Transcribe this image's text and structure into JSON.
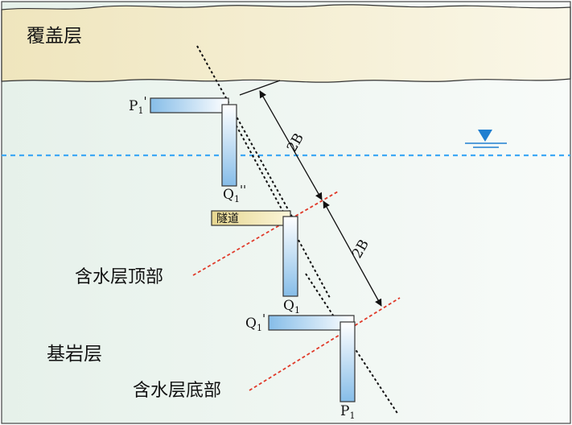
{
  "labels": {
    "overburden": "覆盖层",
    "bedrock": "基岩层",
    "tunnel": "隧道",
    "aquifer_top": "含水层顶部",
    "aquifer_bottom": "含水层底部",
    "dim_upper": "2B",
    "dim_lower": "2B"
  },
  "points": {
    "p1_prime": {
      "base": "P",
      "sub": "1",
      "mark": "'"
    },
    "q1_double": {
      "base": "Q",
      "sub": "1",
      "mark": "''"
    },
    "q1": {
      "base": "Q",
      "sub": "1",
      "mark": ""
    },
    "q1_prime": {
      "base": "Q",
      "sub": "1",
      "mark": "'"
    },
    "p1": {
      "base": "P",
      "sub": "1",
      "mark": ""
    }
  },
  "colors": {
    "overburden_fill": "#f2ebc6",
    "rock_fill": "#eaf3ee",
    "water_table": "#3fa9f5",
    "aquifer_line": "#e03a2a",
    "pipe_blue": "#9cc8ec",
    "tunnel_fill": "#efe3a6",
    "water_symbol": "#1f7fd0"
  },
  "icons": {
    "water_level": "water-level-triangle-icon"
  }
}
